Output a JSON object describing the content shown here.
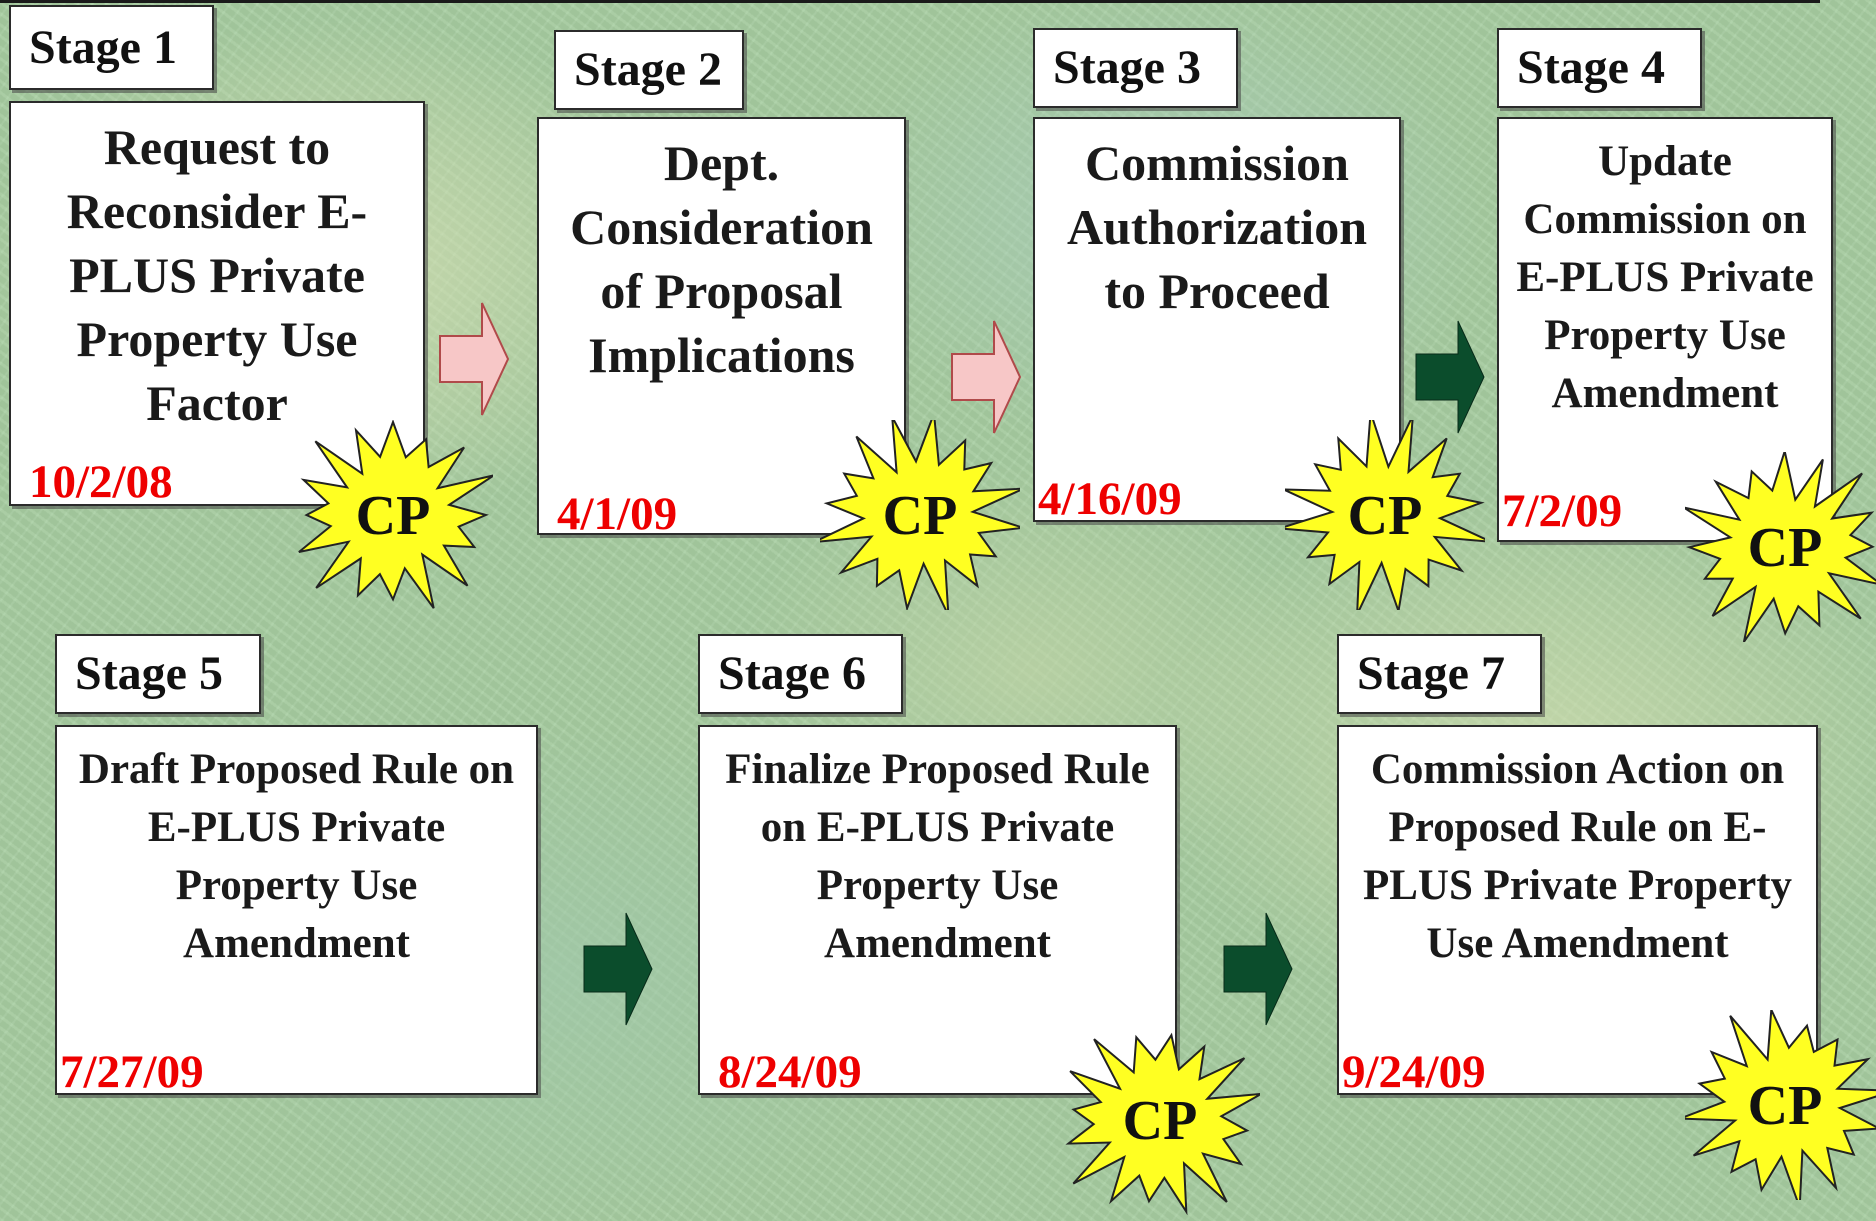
{
  "stages": [
    {
      "label": "Stage 1",
      "title": "Request to Reconsider E-PLUS Private Property Use Factor",
      "date": "10/2/08",
      "cp": "CP"
    },
    {
      "label": "Stage 2",
      "title": "Dept. Consideration of Proposal Implications",
      "date": "4/1/09",
      "cp": "CP"
    },
    {
      "label": "Stage 3",
      "title": "Commission Authorization to Proceed",
      "date": "4/16/09",
      "cp": "CP"
    },
    {
      "label": "Stage 4",
      "title": "Update Commission on E-PLUS Private Property Use Amendment",
      "date": "7/2/09",
      "cp": "CP"
    },
    {
      "label": "Stage 5",
      "title": "Draft Proposed Rule on E-PLUS Private Property Use Amendment",
      "date": "7/27/09"
    },
    {
      "label": "Stage 6",
      "title": "Finalize Proposed Rule on E-PLUS Private Property Use Amendment",
      "date": "8/24/09",
      "cp": "CP"
    },
    {
      "label": "Stage 7",
      "title": "Commission Action on Proposed Rule on E-PLUS Private Property Use Amendment",
      "date": "9/24/09",
      "cp": "CP"
    }
  ],
  "colors": {
    "date_text": "#ee0000",
    "arrow_completed": "#f7c7c7",
    "arrow_pending": "#0b4d2c",
    "cp_star_fill": "#ffff22",
    "box_border": "#2b2b2b"
  },
  "icons": {
    "arrow_completed": "arrow-right-pink-icon",
    "arrow_pending": "arrow-right-dark-green-icon",
    "cp_star": "starburst-icon"
  }
}
